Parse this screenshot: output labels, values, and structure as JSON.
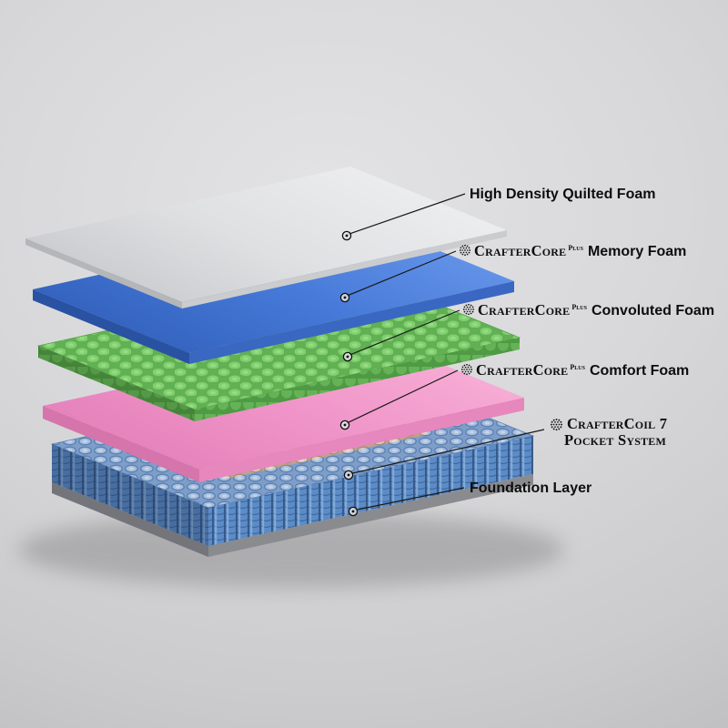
{
  "diagram": {
    "background": "#d6d6d8",
    "labels": {
      "quilted": {
        "name": "High Density Quilted Foam"
      },
      "memory": {
        "brand": "CrafterCore",
        "plus": "Plus",
        "name": "Memory Foam"
      },
      "convoluted": {
        "brand": "CrafterCore",
        "plus": "Plus",
        "name": "Convoluted Foam"
      },
      "comfort": {
        "brand": "CrafterCore",
        "plus": "Plus",
        "name": "Comfort Foam"
      },
      "coil": {
        "line1": "CrafterCoil 7",
        "line2": "Pocket System"
      },
      "foundation": {
        "name": "Foundation Layer"
      }
    },
    "layers": [
      {
        "id": "quilted-foam",
        "color": "#e7e8ea"
      },
      {
        "id": "memory-foam",
        "color": "#3e74d6"
      },
      {
        "id": "convoluted-foam",
        "color": "#6fbd60"
      },
      {
        "id": "comfort-foam",
        "color": "#f194c8"
      },
      {
        "id": "pocket-coils",
        "color": "#5d8cc8"
      },
      {
        "id": "foundation",
        "color": "#85868a"
      }
    ]
  }
}
